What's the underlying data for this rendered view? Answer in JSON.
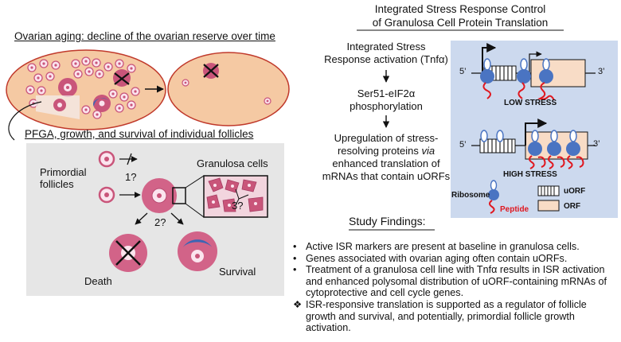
{
  "left": {
    "aging_title": "Ovarian aging: decline of the ovarian reserve over time",
    "follicle_title": "PFGA, growth, and survival of individual follicles",
    "primordial_label": "Primordial follicles",
    "granulosa_label": "Granulosa cells",
    "q1": "1?",
    "q2": "2?",
    "q3": "3?",
    "death_label": "Death",
    "survival_label": "Survival"
  },
  "right": {
    "title_line1": "Integrated Stress Response Control",
    "title_line2": "of Granulosa Cell Protein Translation",
    "step1_line1": "Integrated Stress",
    "step1_line2": "Response activation (Tnfα)",
    "step2_line1": "Ser51-eIF2α",
    "step2_line2": "phosphorylation",
    "step3_line1": "Upregulation of stress-",
    "step3_line2_a": "resolving proteins ",
    "step3_line2_b": "via",
    "step3_line3": "enhanced translation of",
    "step3_line4": "mRNAs that contain uORFs",
    "low_stress": "LOW STRESS",
    "high_stress": "HIGH STRESS",
    "five_prime": "5’",
    "three_prime": "3’",
    "legend": {
      "ribosome": "Ribosome",
      "peptide": "Peptide",
      "uorf": "uORF",
      "orf": "ORF"
    },
    "findings_title": "Study Findings:",
    "findings": [
      {
        "bullet": "•",
        "text": "Active ISR markers are present at baseline in granulosa cells."
      },
      {
        "bullet": "•",
        "text": "Genes associated with ovarian aging often contain uORFs."
      },
      {
        "bullet": "•",
        "text": "Treatment of a granulosa cell line with Tnfα results in ISR activation and enhanced polysomal distribution of uORF-containing mRNAs of cytoprotective and cell cycle genes."
      },
      {
        "bullet": "❖",
        "text": "ISR-responsive translation is supported as a regulator of follicle growth and survival, and potentially, primordial follicle growth activation."
      }
    ]
  },
  "colors": {
    "ovary_fill": "#f5c9a3",
    "follicle_pink": "#c9557a",
    "panel_gray": "#e6e6e6",
    "blue_panel": "#ccd9ee",
    "ribosome_blue": "#4a74c2",
    "peptide_red": "#e0171f",
    "orf_fill": "#f8dcc6",
    "crescent_blue": "#3c65b4"
  }
}
